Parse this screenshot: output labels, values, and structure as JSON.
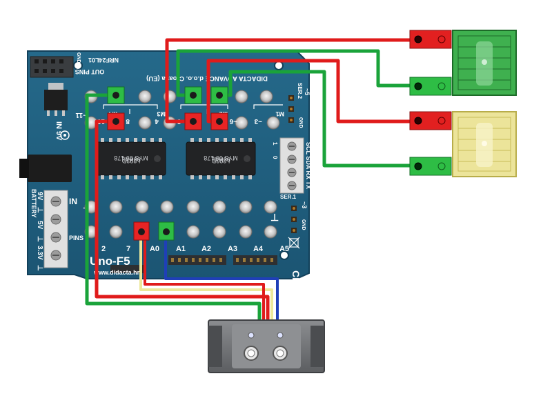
{
  "board": {
    "name": "Uno-F5",
    "url": "www.didacta.hr",
    "maker": "DIDACTA ADVANCE d.o.o. Croatia (EU)",
    "nrf_label": "NRF24L01",
    "gnd_top": "GND",
    "out_pins": "OUT PINS",
    "in_label": "IN",
    "pins_label": "PINS",
    "ser2": "SER.2",
    "ser2_num": "~5",
    "ser1": "SER.1",
    "ser1_num": "~3",
    "gnd_side": "GND",
    "gnd_side2": "GND",
    "power_in": "IN 9V",
    "header_labels": "SCL SDA RX TX",
    "battery": "BATTERY",
    "rail_9v": "9V",
    "rail_5v": "5V",
    "rail_33v": "3.3V",
    "ground_sym": "⊥",
    "motor_labels": [
      "M4",
      "M3",
      "M2",
      "M1"
    ],
    "out_pin_numbers": [
      "~11",
      "10",
      "8",
      "4",
      "~9",
      "~6",
      "~3"
    ],
    "in_pin_numbers": [
      "2",
      "7",
      "A0",
      "A1",
      "A2",
      "A3",
      "A4",
      "A5"
    ],
    "chip_left": [
      "L293D",
      "99HXL",
      "MYS  99 178"
    ],
    "chip_right": [
      "L293D",
      "99HXL",
      "MYS  99 178"
    ],
    "header_digits": [
      "0",
      "1"
    ]
  },
  "colors": {
    "board": "#1f5f7f",
    "green_wire": "#1aa33a",
    "red_wire": "#e01b1b",
    "blue_wire": "#1f3fb8",
    "yellow_wire": "#ece89a",
    "green_module": "#38b24a",
    "yellow_module": "#e8e08a"
  }
}
